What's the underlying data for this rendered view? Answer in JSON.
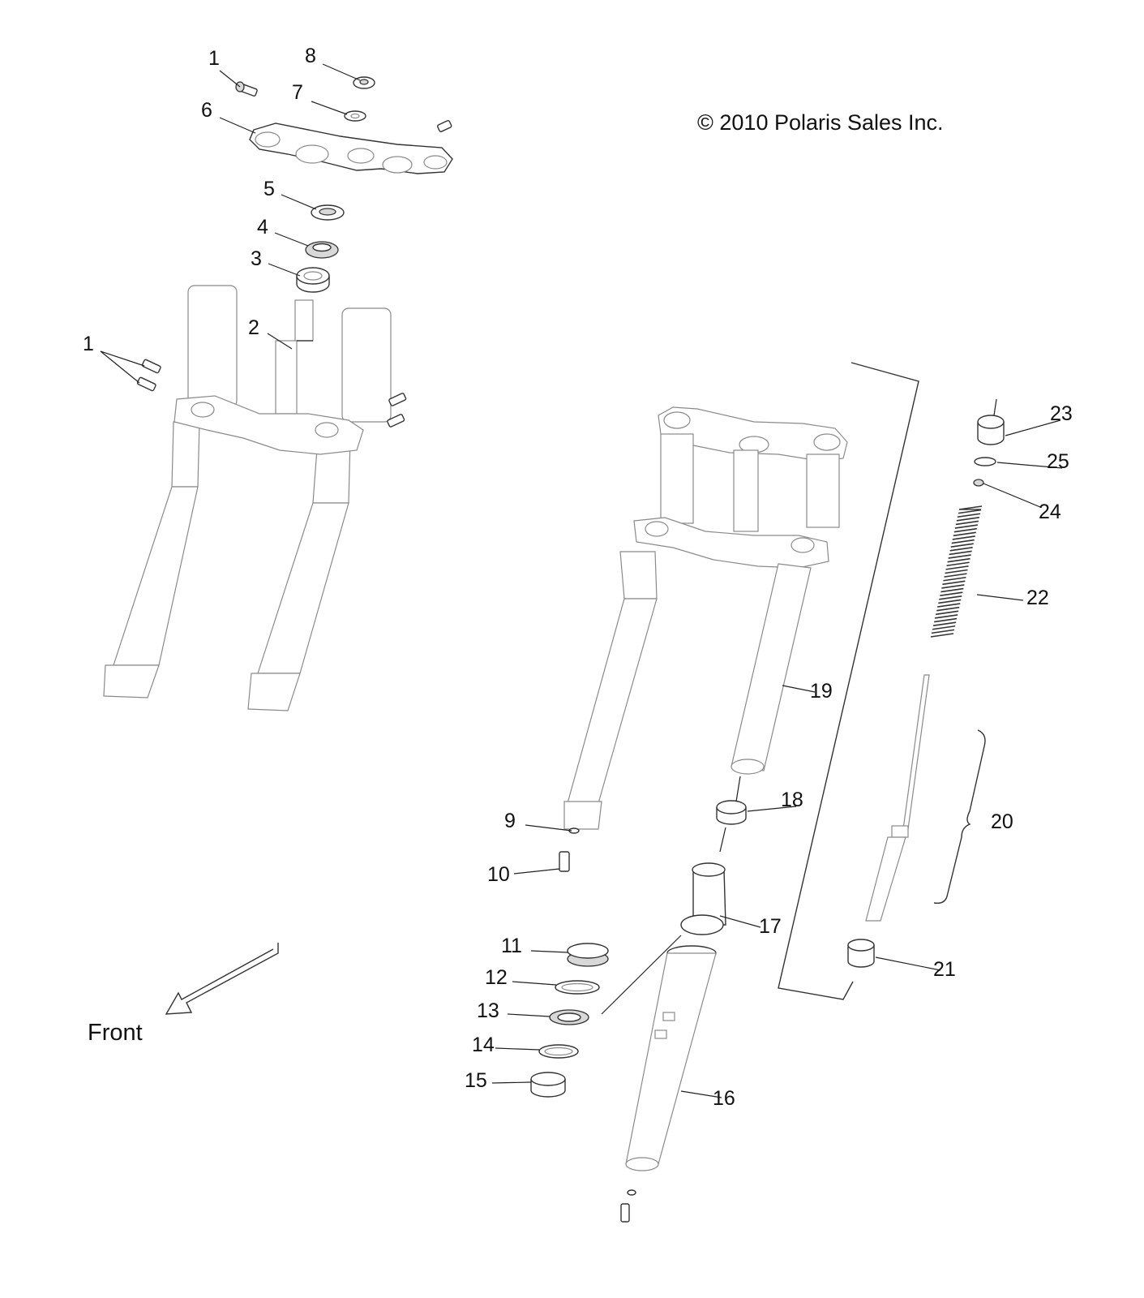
{
  "copyright": "© 2010 Polaris Sales Inc.",
  "front_label": "Front",
  "callouts": [
    {
      "id": "1a",
      "text": "1"
    },
    {
      "id": "8",
      "text": "8"
    },
    {
      "id": "7",
      "text": "7"
    },
    {
      "id": "6",
      "text": "6"
    },
    {
      "id": "5",
      "text": "5"
    },
    {
      "id": "4",
      "text": "4"
    },
    {
      "id": "3",
      "text": "3"
    },
    {
      "id": "2",
      "text": "2"
    },
    {
      "id": "1b",
      "text": "1"
    },
    {
      "id": "23",
      "text": "23"
    },
    {
      "id": "25",
      "text": "25"
    },
    {
      "id": "24",
      "text": "24"
    },
    {
      "id": "22",
      "text": "22"
    },
    {
      "id": "19",
      "text": "19"
    },
    {
      "id": "20",
      "text": "20"
    },
    {
      "id": "18",
      "text": "18"
    },
    {
      "id": "9",
      "text": "9"
    },
    {
      "id": "10",
      "text": "10"
    },
    {
      "id": "17",
      "text": "17"
    },
    {
      "id": "11",
      "text": "11"
    },
    {
      "id": "21",
      "text": "21"
    },
    {
      "id": "12",
      "text": "12"
    },
    {
      "id": "13",
      "text": "13"
    },
    {
      "id": "14",
      "text": "14"
    },
    {
      "id": "15",
      "text": "15"
    },
    {
      "id": "16",
      "text": "16"
    }
  ]
}
